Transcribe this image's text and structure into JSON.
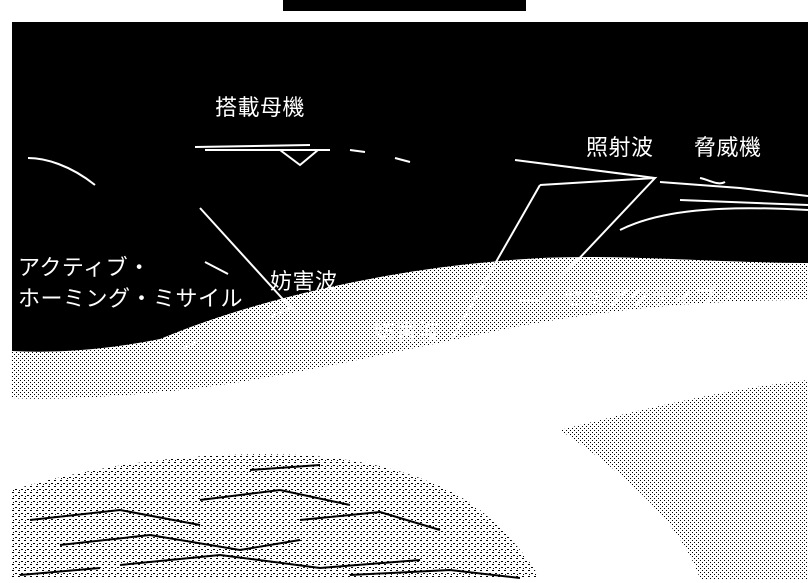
{
  "labels": {
    "carrier": "搭載母機",
    "illumination_wave": "照射波",
    "threat_aircraft": "脅威機",
    "active_missile_line1": "アクティブ・",
    "active_missile_line2": "ホーミング・ミサイル",
    "jamming_wave_left": "妨害波",
    "jamming_wave_center": "妨害波",
    "semi_active_missile_line1": "セミアクティブ・",
    "semi_active_missile_line2": "ホーミング・ミサイル"
  },
  "colors": {
    "sky": "#000000",
    "lines": "#ffffff",
    "ground": "#ffffff",
    "top_tab": "#000000"
  }
}
